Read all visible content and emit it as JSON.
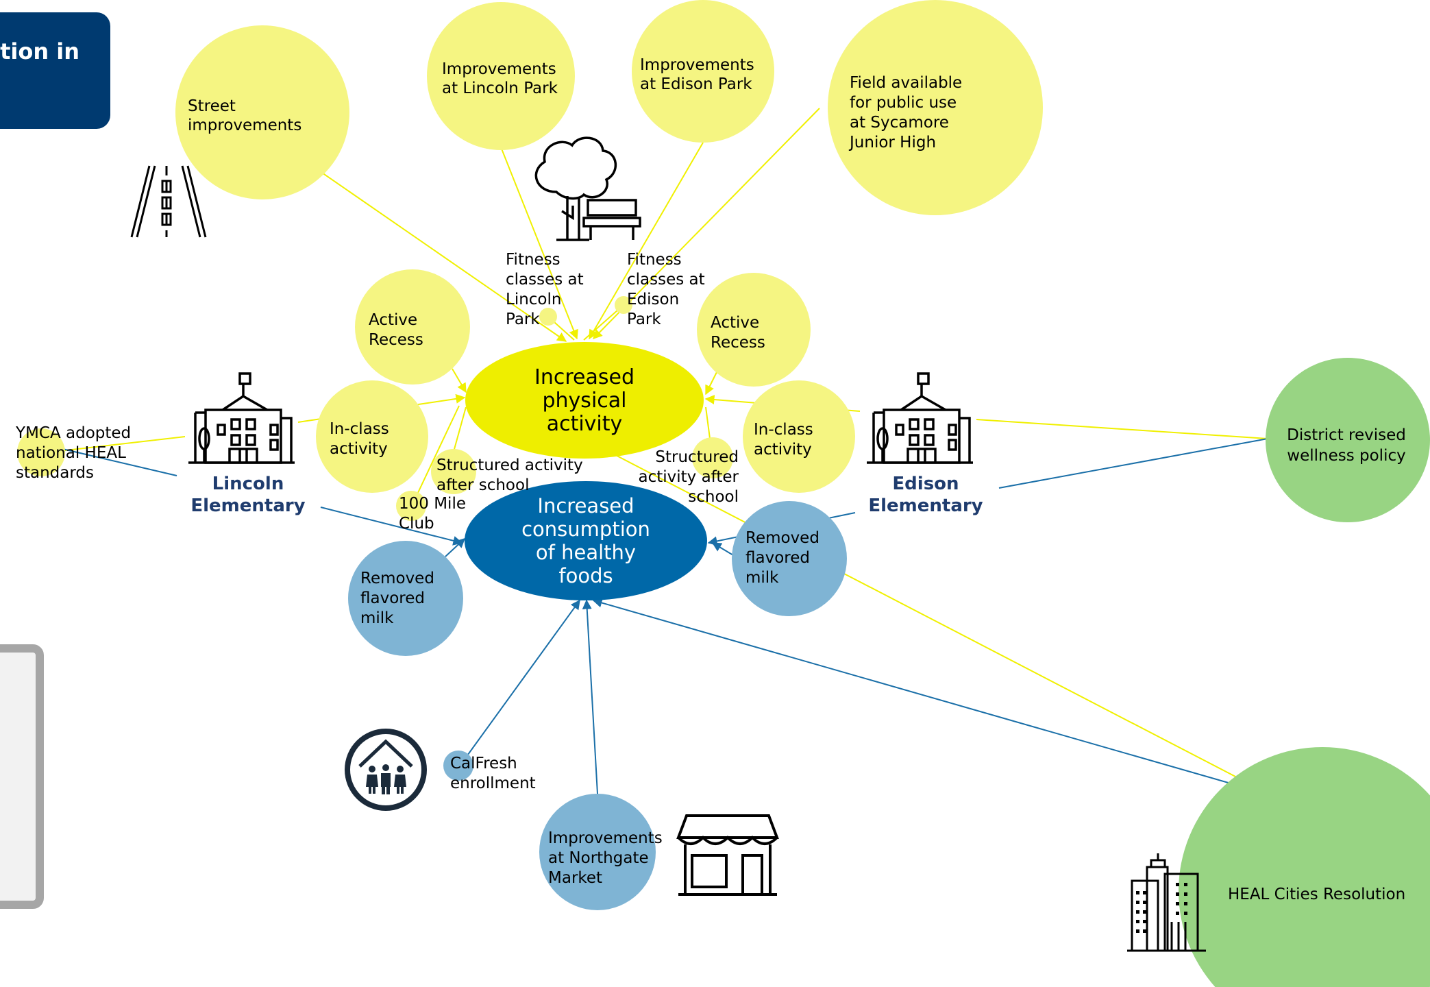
{
  "title_banner": "ution in",
  "outcomes": {
    "physical_activity": [
      "Increased",
      "physical",
      "activity"
    ],
    "healthy_foods": [
      "Increased",
      "consumption",
      "of healthy",
      "foods"
    ]
  },
  "schools": {
    "lincoln": [
      "Lincoln",
      "Elementary"
    ],
    "edison": [
      "Edison",
      "Elementary"
    ]
  },
  "nodes": {
    "street": [
      "Street",
      "improvements"
    ],
    "lincoln_park": [
      "Improvements",
      "at Lincoln Park"
    ],
    "edison_park": [
      "Improvements",
      "at Edison Park"
    ],
    "sycamore": [
      "Field available",
      "for public use",
      "at Sycamore",
      "Junior High"
    ],
    "fitness_lincoln": [
      "Fitness",
      "classes at",
      "Lincoln",
      "Park"
    ],
    "fitness_edison": [
      "Fitness",
      "classes at",
      "Edison",
      "Park"
    ],
    "active_recess_l": [
      "Active",
      "Recess"
    ],
    "active_recess_e": [
      "Active",
      "Recess"
    ],
    "inclass_l": [
      "In-class",
      "activity"
    ],
    "inclass_e": [
      "In-class",
      "activity"
    ],
    "ymca": [
      "YMCA adopted",
      "national HEAL",
      "standards"
    ],
    "structured_l": [
      "Structured activity",
      "after school"
    ],
    "structured_e": [
      "Structured",
      "activity after",
      "school"
    ],
    "mile_club": [
      "100 Mile",
      "Club"
    ],
    "milk_l": [
      "Removed",
      "flavored",
      "milk"
    ],
    "milk_e": [
      "Removed",
      "flavored",
      "milk"
    ],
    "wellness": [
      "District revised",
      "wellness policy"
    ],
    "calfresh": [
      "CalFresh",
      "enrollment"
    ],
    "northgate": [
      "Improvements",
      "at Northgate",
      "Market"
    ],
    "heal_cities": [
      "HEAL Cities Resolution"
    ]
  },
  "colors": {
    "pa_fill": "#eeee00",
    "yellow_node": "#f5f582",
    "yellow_line": "#f0f000",
    "food_fill": "#0068a8",
    "blue_node": "#7fb4d4",
    "blue_line": "#1a6fa8",
    "green_node": "#98d483",
    "school_label": "#1f3c6e",
    "banner": "#003a70"
  },
  "icons": [
    "road-icon",
    "tree-bench-icon",
    "school-building-icon",
    "family-house-icon",
    "storefront-icon",
    "city-buildings-icon"
  ]
}
